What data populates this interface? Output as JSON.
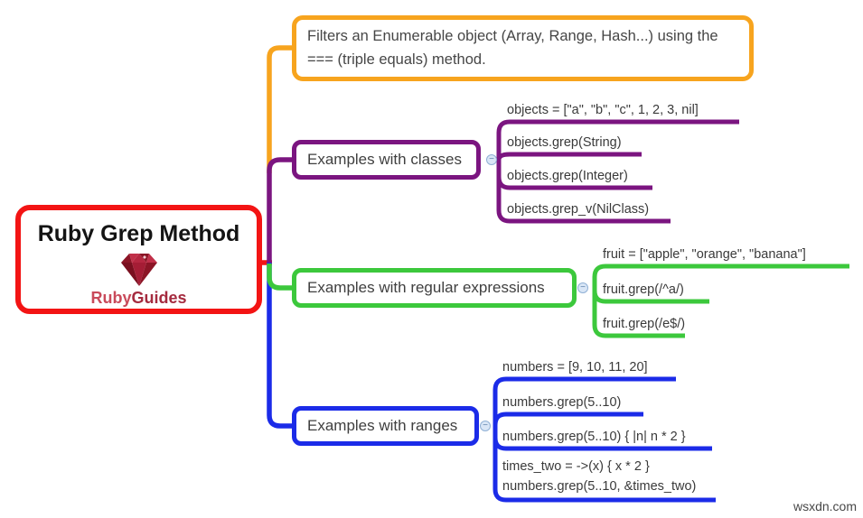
{
  "root": {
    "title": "Ruby Grep Method",
    "brand_ruby": "Ruby",
    "brand_guides": "Guides"
  },
  "note": "Filters an Enumerable object (Array, Range, Hash...) using the === (triple equals) method.",
  "branches": [
    {
      "label": "Examples with classes",
      "children": [
        "objects = [\"a\", \"b\", \"c\", 1, 2, 3, nil]",
        "objects.grep(String)",
        "objects.grep(Integer)",
        "objects.grep_v(NilClass)"
      ]
    },
    {
      "label": "Examples with regular expressions",
      "children": [
        "fruit = [\"apple\", \"orange\", \"banana\"]",
        "fruit.grep(/^a/)",
        "fruit.grep(/e$/)"
      ]
    },
    {
      "label": "Examples with ranges",
      "children": [
        "numbers = [9, 10, 11, 20]",
        "numbers.grep(5..10)",
        "numbers.grep(5..10) { |n| n * 2 }",
        "times_two = ->(x) { x * 2 }\nnumbers.grep(5..10, &times_two)"
      ]
    }
  ],
  "collapse_toggle": "−",
  "watermark": "wsxdn.com",
  "colors": {
    "root_red": "#F31414",
    "note_orange": "#F7A41E",
    "classes_purple": "#7B1580",
    "regex_green": "#3CC83C",
    "ranges_blue": "#1B2BE8"
  }
}
